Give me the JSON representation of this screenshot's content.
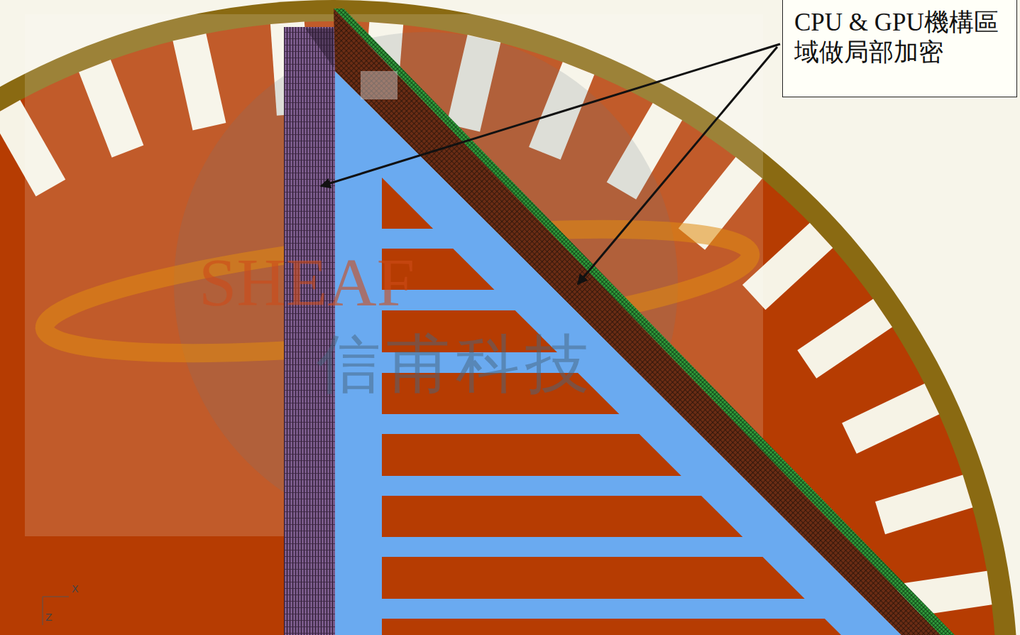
{
  "diagram": {
    "nodes": [
      {
        "text": [
          "CPU & GPU機構區 域做局部加密"
        ]
      }
    ],
    "labels": [
      "SHEAF",
      "信甫科技",
      "X",
      "Z"
    ]
  }
}
